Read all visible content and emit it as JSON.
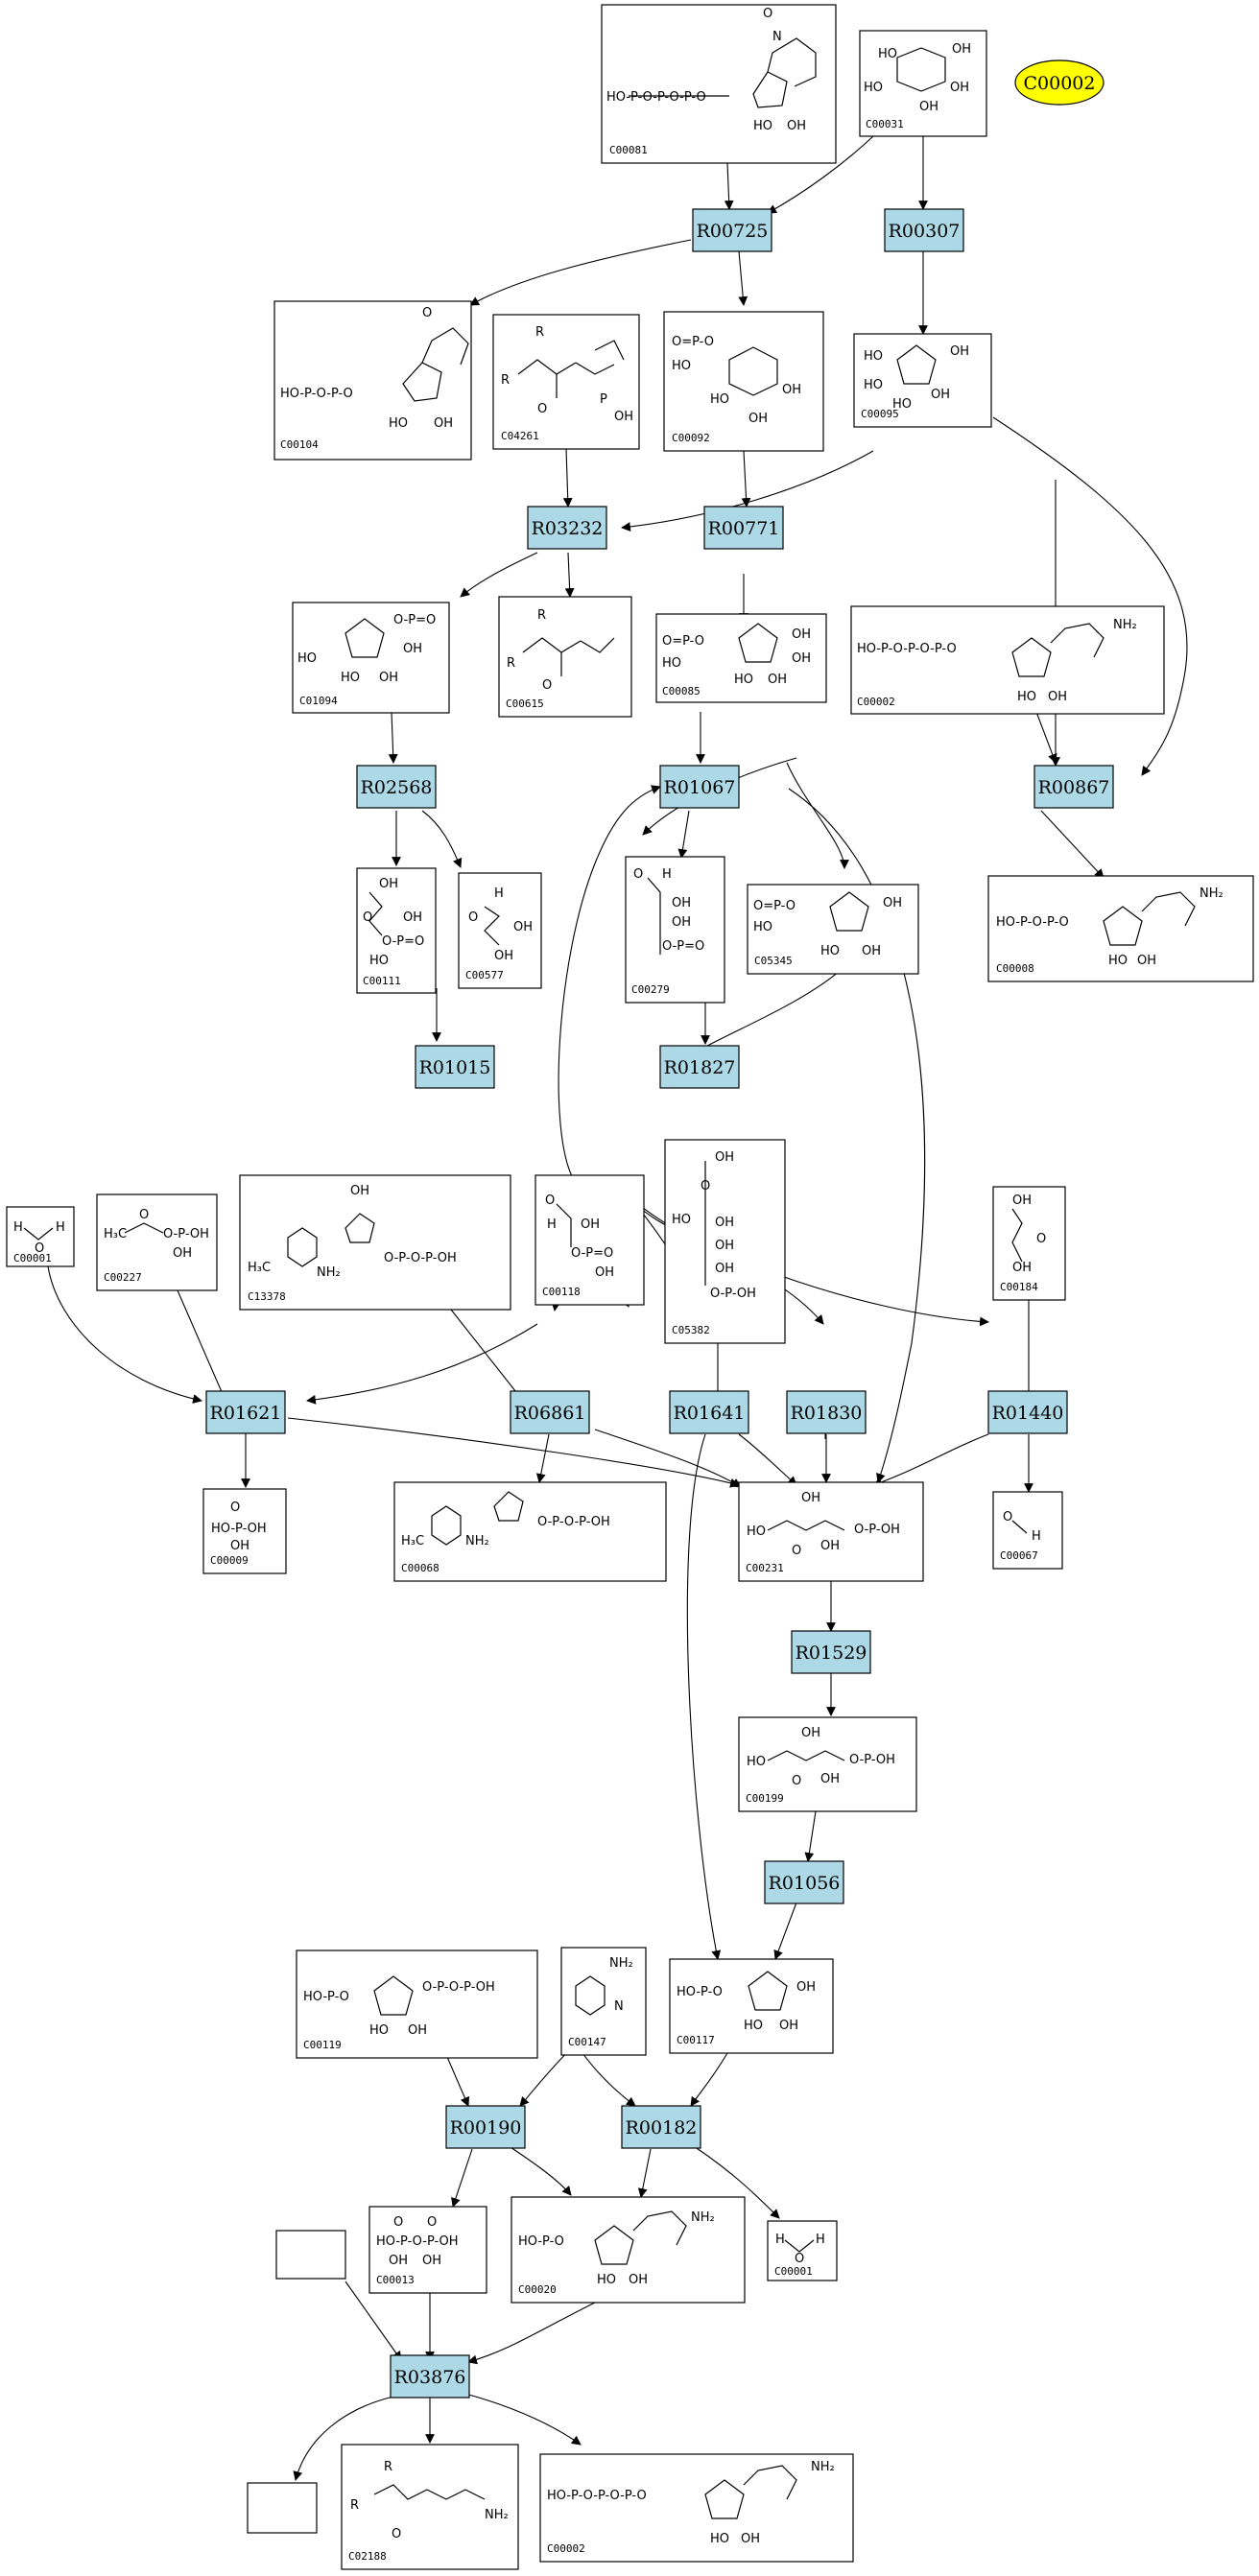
{
  "compounds": {
    "c_c00081": "C00081",
    "c_c00031": "C00031",
    "c_c00104": "C00104",
    "c_c04261": "C04261",
    "c_c00092": "C00092",
    "c_c00095": "C00095",
    "c_c01094": "C01094",
    "c_c00615": "C00615",
    "c_c00085": "C00085",
    "c_c00002a": "C00002",
    "c_c00111": "C00111",
    "c_c00577": "C00577",
    "c_c00279": "C00279",
    "c_c05345": "C05345",
    "c_c00008": "C00008",
    "c_c00001a": "C00001",
    "c_c00227": "C00227",
    "c_c13378": "C13378",
    "c_c00118": "C00118",
    "c_c05382": "C05382",
    "c_c00184": "C00184",
    "c_c00009": "C00009",
    "c_c00068": "C00068",
    "c_c00231": "C00231",
    "c_c00067": "C00067",
    "c_c00199": "C00199",
    "c_c00119": "C00119",
    "c_c00147": "C00147",
    "c_c00117": "C00117",
    "c_c00013": "C00013",
    "c_c00020": "C00020",
    "c_c00001b": "C00001",
    "c_c02188": "C02188",
    "c_c00002b": "C00002"
  },
  "reactions": {
    "R00725": "R00725",
    "R00307": "R00307",
    "R03232": "R03232",
    "R00771": "R00771",
    "R02568": "R02568",
    "R01067": "R01067",
    "R00867": "R00867",
    "R01015": "R01015",
    "R01827": "R01827",
    "R01621": "R01621",
    "R06861": "R06861",
    "R01641": "R01641",
    "R01830": "R01830",
    "R01440": "R01440",
    "R01529": "R01529",
    "R01056": "R01056",
    "R00190": "R00190",
    "R00182": "R00182",
    "R03876": "R03876"
  },
  "map_link": {
    "label": "C00002",
    "color": "#ffff00"
  },
  "colors": {
    "reaction_fill": "#add8e6",
    "compound_fill": "#ffffff",
    "stroke": "#000000"
  }
}
